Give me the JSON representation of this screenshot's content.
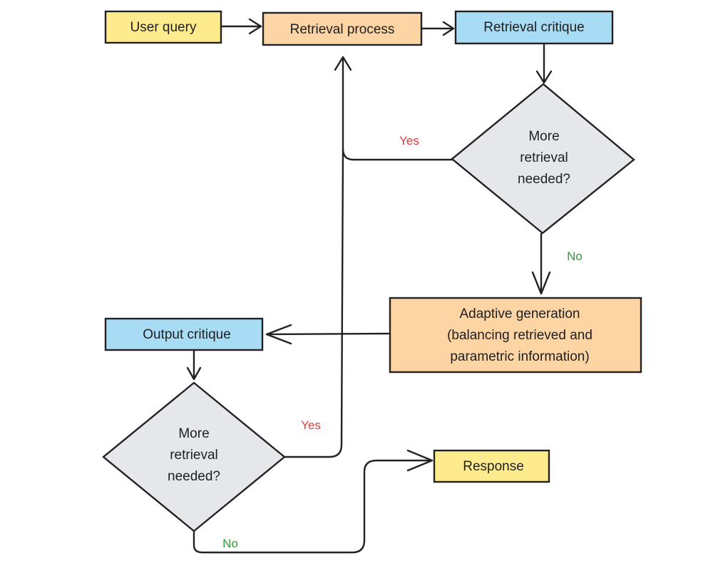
{
  "colors": {
    "yellow": "#fdeb8e",
    "orange": "#fdd4a4",
    "blue": "#a8dcf5",
    "gray": "#e6e7ea",
    "yes": "#e03a3a",
    "no": "#2f9b3a"
  },
  "nodes": {
    "user_query": "User query",
    "retrieval_process": "Retrieval process",
    "retrieval_critique": "Retrieval critique",
    "decision_1": [
      "More",
      "retrieval",
      "needed?"
    ],
    "adaptive_generation": [
      "Adaptive generation",
      "(balancing retrieved and",
      "parametric information)"
    ],
    "output_critique": "Output critique",
    "decision_2": [
      "More",
      "retrieval",
      "needed?"
    ],
    "response": "Response"
  },
  "edge_labels": {
    "yes_1": "Yes",
    "no_1": "No",
    "yes_2": "Yes",
    "no_2": "No"
  }
}
